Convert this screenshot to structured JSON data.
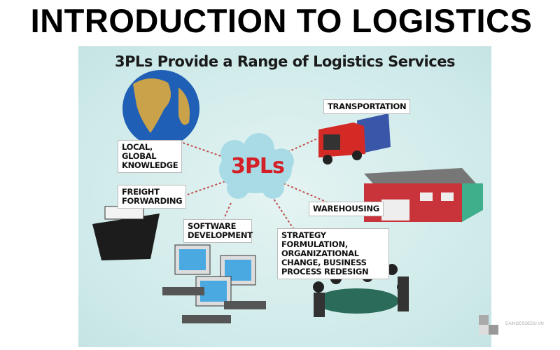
{
  "slide": {
    "title": "INTRODUCTION TO LOGISTICS"
  },
  "diagram": {
    "title": "3PLs Provide a Range of Logistics Services",
    "center": "3PLs",
    "services": [
      {
        "label": "LOCAL, GLOBAL KNOWLEDGE",
        "icon": "globe"
      },
      {
        "label": "TRANSPORTATION",
        "icon": "truck"
      },
      {
        "label": "FREIGHT FORWARDING",
        "icon": "ship"
      },
      {
        "label": "WAREHOUSING",
        "icon": "warehouse"
      },
      {
        "label": "SOFTWARE DEVELOPMENT",
        "icon": "computers"
      },
      {
        "label": "STRATEGY FORMULATION, ORGANIZATIONAL CHANGE, BUSINESS PROCESS REDESIGN",
        "icon": "meeting"
      }
    ]
  },
  "watermark": "DAIHOCSOEDU.VN",
  "colors": {
    "background": "#cfeaea",
    "accent": "#d41f26",
    "cloud": "#a9dbe6"
  }
}
